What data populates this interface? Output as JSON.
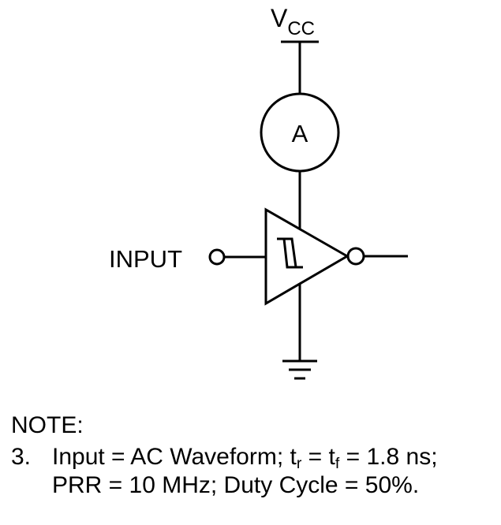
{
  "diagram": {
    "supply_label": {
      "main": "V",
      "sub": "CC"
    },
    "ammeter_label": "A",
    "input_label": "INPUT"
  },
  "note": {
    "title": "NOTE:",
    "number": "3.",
    "line1": {
      "part_a": "Input = AC Waveform; t",
      "sub_r": "r",
      "part_b": " = t",
      "sub_f": "f",
      "part_c": " = 1.8 ns;"
    },
    "line2": "PRR = 10 MHz; Duty Cycle = 50%."
  }
}
